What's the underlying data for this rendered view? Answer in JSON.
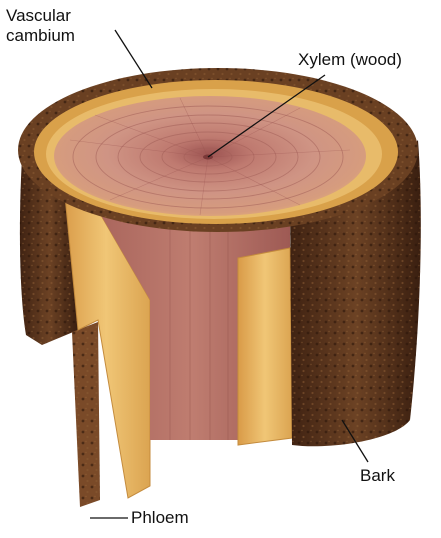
{
  "labels": {
    "vascular_cambium_line1": "Vascular",
    "vascular_cambium_line2": "cambium",
    "xylem": "Xylem (wood)",
    "bark": "Bark",
    "phloem": "Phloem"
  },
  "colors": {
    "bark_dark": "#4a2a18",
    "bark_mid": "#6e4426",
    "phloem": "#e6b05a",
    "phloem_light": "#f2cf86",
    "xylem_face": "#c98a7c",
    "xylem_core": "#a65b57",
    "xylem_side": "#b57064",
    "cambium_rim": "#d9a14a",
    "leader": "#111111"
  }
}
